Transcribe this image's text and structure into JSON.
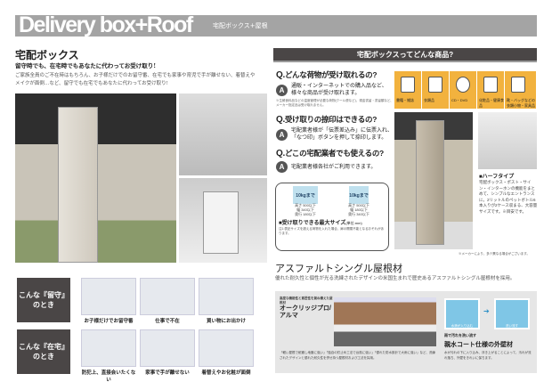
{
  "header": {
    "title": "Delivery box+Roof",
    "subtitle": "宅配ボックス+屋根"
  },
  "left": {
    "heading": "宅配ボックス",
    "lead": "留守時でも、在宅時でもあなたに代わってお受け取り!",
    "body": "ご家族全員のご不在時はもちろん、お子様だけでのお留守番、在宅でも家事や育児で手が離せない、着替えやメイクが面倒…など、留守でも在宅でもあなたに代わってお受け取り!",
    "scenes": [
      {
        "label": "こんな『留守』のとき",
        "items": [
          "お子様だけでお留守番",
          "仕事で不在",
          "買い物にお出かけ"
        ]
      },
      {
        "label": "こんな『在宅』のとき",
        "items": [
          "防犯上、直接会いたくない",
          "家事で手が離せない",
          "着替えやお化粧が面倒"
        ]
      }
    ]
  },
  "right": {
    "banner": "宅配ボックスってどんな商品?",
    "qa": [
      {
        "q": "どんな荷物が受け取れるの?",
        "a": "通販・インターネットでの購入品など、様々な商品が受け取れます。",
        "note": "※生鮮食料品などの温度管理が必要な荷物(クール便など)、現金書留・書留類など、メーカー指定品は受け取れません。"
      },
      {
        "q": "受け取りの捺印はできるの?",
        "a": "宅配業者様が「伝票差込み」に伝票入れ、「なつ印」ボタンを押して捺印します。"
      },
      {
        "q": "どこの宅配業者でも使えるの?",
        "a": "宅配業者様各社がご利用できます。"
      }
    ],
    "q_prefix": "Q.",
    "a_mark": "A",
    "items": [
      "書籍・雑誌",
      "衣類品",
      "CD・DVD",
      "化粧品・健康食品",
      "靴・バッグなどの衣類小物・家具品"
    ],
    "size_box": {
      "title": "■受け取りできる最大サイズ",
      "unit": "(単位:mm)",
      "left": {
        "h": "高さ 500以下",
        "w": "幅 340以下",
        "d": "奥行 180以下",
        "weight": "10kgまで"
      },
      "right": {
        "h": "高さ 500以下",
        "w": "幅 180以下",
        "d": "奥行 340以下",
        "weight": "10kgまで"
      },
      "note": "注1:表記サイズを超える荷物を入れた場合、扉の開閉不能となるおそれがあります。"
    },
    "half_type": {
      "title": "■ハーフタイプ",
      "desc": "宅配ボックス・ポスト・サイン・インターホンの機能をまとめて、シンプルなエントランスに。2リットルのペットボトル6本入りが2ケース収まる、大容量サイズです。※目安です。"
    },
    "maker_note": "※メーカーにより、多少異なる場合がございます。",
    "roof": {
      "heading": "アスファルトシングル屋根材",
      "lead": "優れた耐久性と個性が光る洗練されたデザインの米国生まれで歴史あるアスファルトシングル屋根材を採用。",
      "product_sub": "高度な機能性と意匠性を兼ね備えた屋根材",
      "product": "オークリッジプロ/アルマ",
      "product_desc": "「軽い屋根で耐震し地震に強い」「独自の釘止め工法で台風に強い」「優れた防水設計で大雨に強い」など、洗練されたデザインと優れた耐久性を併せ持つ屋根材および工法を採用。",
      "wall_sub": "雨で汚れを洗い流す",
      "wall": "親水コート仕様の外壁材",
      "wall_desc": "水が汚れの下に入り込み、浮き上がることによって、汚れが流れ落ち、外壁をきれいに保ちます。",
      "wall_tags": [
        "水滴が入り込む",
        "洗い流す"
      ]
    }
  }
}
